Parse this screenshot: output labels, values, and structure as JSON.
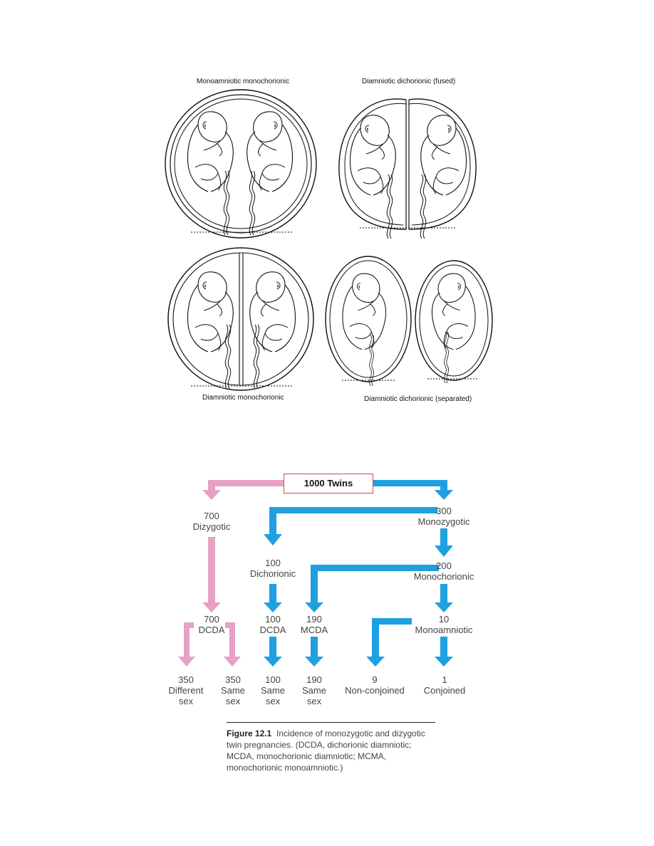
{
  "illustrations": {
    "top_left": "Monoamniotic monochorionic",
    "top_right": "Diamniotic dichorionic (fused)",
    "bottom_left": "Diamniotic monochorionic",
    "bottom_right": "Diamniotic dichorionic (separated)"
  },
  "flowchart": {
    "root": "1000 Twins",
    "nodes": {
      "dizygotic": {
        "value": "700",
        "label": "Dizygotic"
      },
      "monozygotic": {
        "value": "300",
        "label": "Monozygotic"
      },
      "dichorionic": {
        "value": "100",
        "label": "Dichorionic"
      },
      "monochorionic": {
        "value": "200",
        "label": "Monochorionic"
      },
      "dcda_dz": {
        "value": "700",
        "label": "DCDA"
      },
      "dcda_mz": {
        "value": "100",
        "label": "DCDA"
      },
      "mcda": {
        "value": "190",
        "label": "MCDA"
      },
      "monoamniotic": {
        "value": "10",
        "label": "Monoamniotic"
      },
      "diff_sex": {
        "value": "350",
        "label1": "Different",
        "label2": "sex"
      },
      "same_sex_dz": {
        "value": "350",
        "label1": "Same",
        "label2": "sex"
      },
      "same_sex_dcda": {
        "value": "100",
        "label1": "Same",
        "label2": "sex"
      },
      "same_sex_mcda": {
        "value": "190",
        "label1": "Same",
        "label2": "sex"
      },
      "non_conjoined": {
        "value": "9",
        "label": "Non-conjoined"
      },
      "conjoined": {
        "value": "1",
        "label": "Conjoined"
      }
    },
    "colors": {
      "pink": "#e6a1c3",
      "blue": "#1fa0e0",
      "box_border": "#c0504d"
    }
  },
  "caption": {
    "figure": "Figure 12.1",
    "text": "Incidence of monozygotic and dizygotic twin pregnancies. (DCDA, dichorionic diamniotic; MCDA, monochorionic diamniotic; MCMA, monochorionic monoamniotic.)"
  }
}
